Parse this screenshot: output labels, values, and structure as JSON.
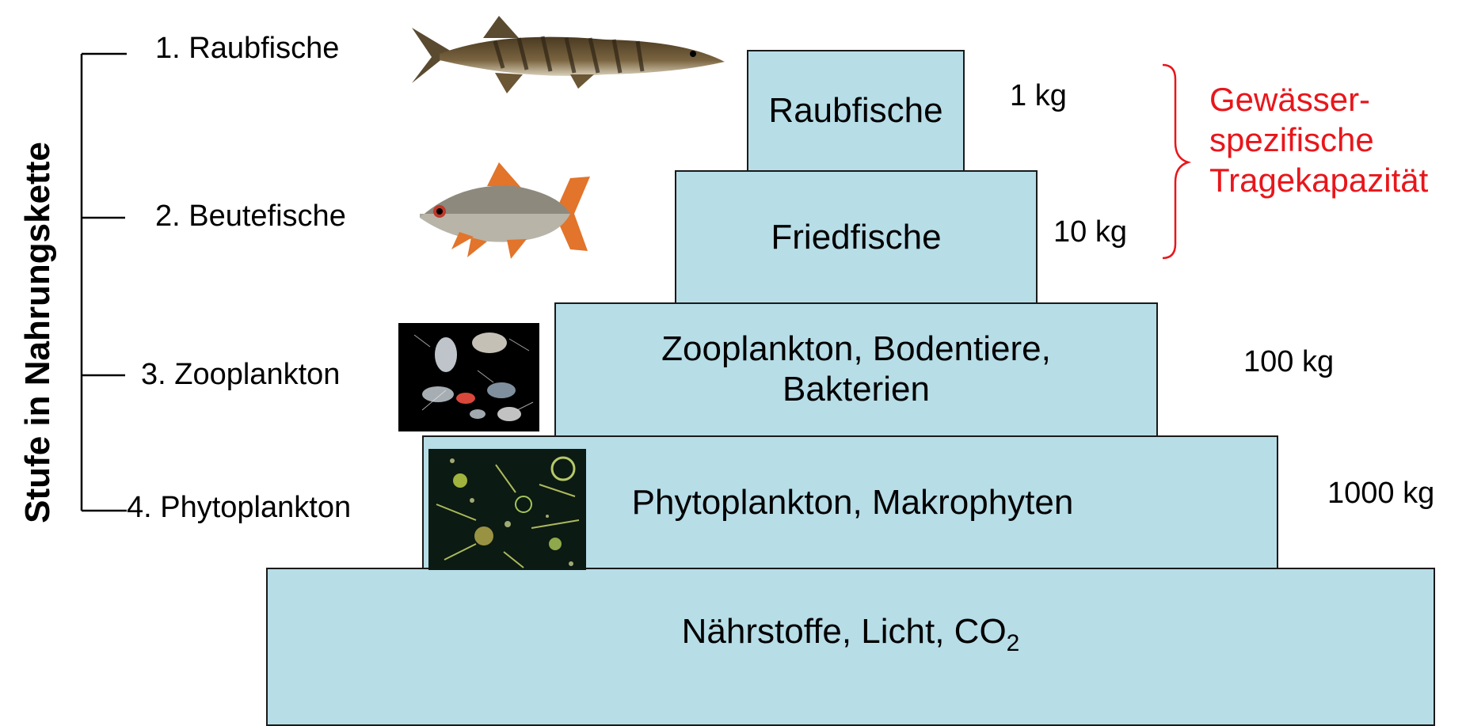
{
  "axis_title": "Stufe in Nahrungskette",
  "levels": [
    {
      "label": "1. Raubfische"
    },
    {
      "label": "2. Beutefische"
    },
    {
      "label": "3. Zooplankton"
    },
    {
      "label": "4. Phytoplankton"
    }
  ],
  "pyramid": {
    "raubfische": "Raubfische",
    "friedfische": "Friedfische",
    "zoo_line1": "Zooplankton, Bodentiere,",
    "zoo_line2": "Bakterien",
    "phyto": "Phytoplankton, Makrophyten",
    "base_text": "Nährstoffe, Licht, CO",
    "base_sub": "2"
  },
  "masses": [
    "1 kg",
    "10 kg",
    "100 kg",
    "1000 kg"
  ],
  "capacity": {
    "line1": "Gewässer-",
    "line2": "spezifische",
    "line3": "Tragekapazität",
    "color": "#e8161b"
  },
  "colors": {
    "block_fill": "#b7dde7",
    "outline": "#1a1a1a"
  },
  "icons": [
    "pike-image",
    "roach-image",
    "zooplankton-photo",
    "phytoplankton-photo"
  ]
}
